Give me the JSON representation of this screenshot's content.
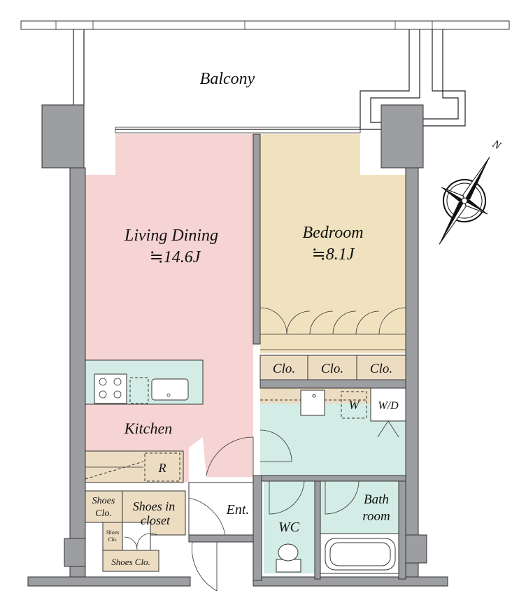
{
  "colors": {
    "living": "#f5d4d3",
    "bedroom": "#f1e2bf",
    "storage": "#ecdcc2",
    "wet": "#d3ece5",
    "wall": "#9c9ea1"
  },
  "rooms": {
    "balcony": "Balcony",
    "living_name": "Living Dining",
    "living_size": "≒14.6J",
    "bedroom_name": "Bedroom",
    "bedroom_size": "≒8.1J",
    "kitchen": "Kitchen",
    "fridge": "R",
    "closet1": "Clo.",
    "closet2": "Clo.",
    "closet3": "Clo.",
    "washer": "W",
    "washer_dryer": "W/D",
    "entrance": "Ent.",
    "wc": "WC",
    "bath_line1": "Bath",
    "bath_line2": "room",
    "shoes_clo_a1": "Shoes",
    "shoes_clo_a2": "Clo.",
    "shoes_in_closet1": "Shoes in",
    "shoes_in_closet2": "closet",
    "shoes_clo_small1": "Shoes",
    "shoes_clo_small2": "Clo.",
    "shoes_clo_bottom": "Shoes Clo."
  },
  "compass": {
    "label": "N"
  }
}
